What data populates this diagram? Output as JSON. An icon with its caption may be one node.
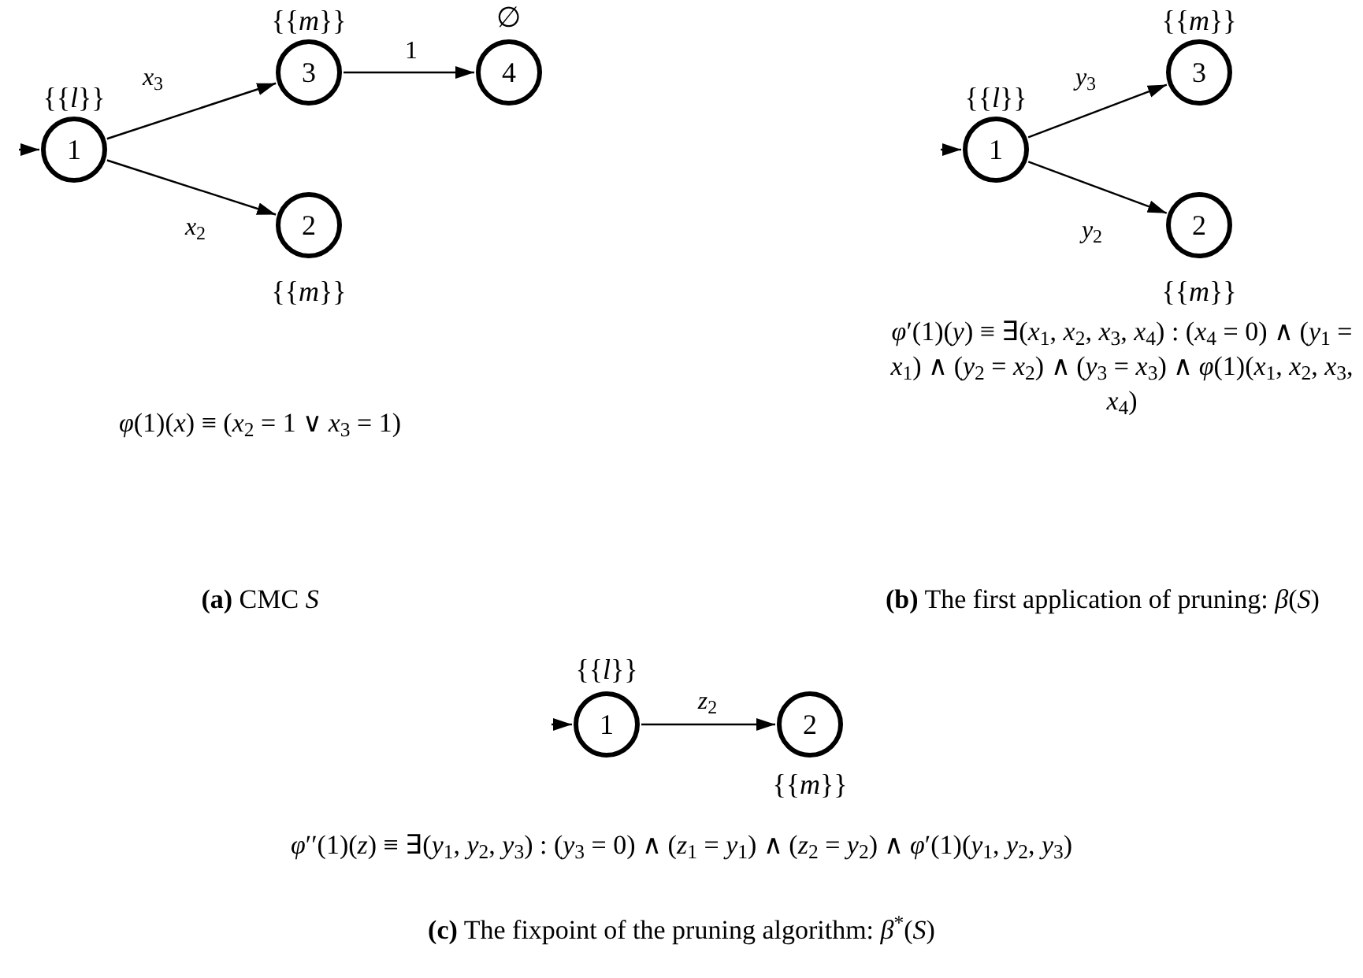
{
  "diagram": {
    "nodes": [
      {
        "text": [
          "1"
        ],
        "beside": [
          "{{*l*}}"
        ]
      },
      {
        "text": [
          "3"
        ],
        "beside": [
          "{{*m*}}"
        ]
      },
      {
        "text": [
          "4"
        ],
        "beside": [
          "∅"
        ]
      },
      {
        "text": [
          "2"
        ],
        "beside": [
          "{{*m*}}"
        ]
      },
      {
        "text": [
          "1"
        ],
        "beside": [
          "{{*l*}}"
        ]
      },
      {
        "text": [
          "3"
        ],
        "beside": [
          "{{*m*}}"
        ]
      },
      {
        "text": [
          "2"
        ],
        "beside": [
          "{{*m*}}"
        ]
      },
      {
        "text": [
          "1"
        ],
        "beside": [
          "{{*l*}}"
        ]
      },
      {
        "text": [
          "2"
        ],
        "beside": [
          "{{*m*}}"
        ]
      }
    ],
    "edges": [
      {
        "from": null,
        "to": 0,
        "arrow": "to"
      },
      {
        "from": 0,
        "to": 1,
        "arrow": "to",
        "label": "*x*$_{3}$"
      },
      {
        "from": 1,
        "to": 2,
        "arrow": "to",
        "label": "1"
      },
      {
        "from": 0,
        "to": 3,
        "arrow": "to",
        "label": "*x*$_{2}$"
      },
      {
        "from": null,
        "to": 4,
        "arrow": "to"
      },
      {
        "from": 4,
        "to": 5,
        "arrow": "to",
        "label": "*y*$_{3}$"
      },
      {
        "from": 4,
        "to": 6,
        "arrow": "to",
        "label": "*y*$_{2}$"
      },
      {
        "from": null,
        "to": 7,
        "arrow": "to"
      },
      {
        "from": 7,
        "to": 8,
        "arrow": "to",
        "label": "*z*$_{2}$"
      }
    ],
    "labels": [
      "*φ*(1)(*x*) ≡ (*x*$_{2}$ = 1 ∨ *x*$_{3}$ = 1)",
      "*φ*′(1)(*y*) ≡ ∃(*x*$_{1}$, *x*$_{2}$, *x*$_{3}$, *x*$_{4}$) : (*x*$_{4}$ = 0) ∧ (*y*$_{1}$ = *x*$_{1}$) ∧ (*y*$_{2}$ = *x*$_{2}$) ∧ (*y*$_{3}$ = *x*$_{3}$) ∧ *φ*(1)(*x*$_{1}$, *x*$_{2}$, *x*$_{3}$, *x*$_{4}$)",
      "**(a)** CMC *S*",
      "**(b)** The first application of pruning: *β*(*S*)",
      "*φ*′′(1)(*z*) ≡ ∃(*y*$_{1}$, *y*$_{2}$, *y*$_{3}$) : (*y*$_{3}$ = 0) ∧ (*z*$_{1}$ = *y*$_{1}$) ∧ (*z*$_{2}$ = *y*$_{2}$) ∧ *φ*′(1)(*y*$_{1}$, *y*$_{2}$, *y*$_{3}$)",
      "**(c)** The fixpoint of the pruning algorithm: *β*$^{*}$(*S*)"
    ]
  }
}
